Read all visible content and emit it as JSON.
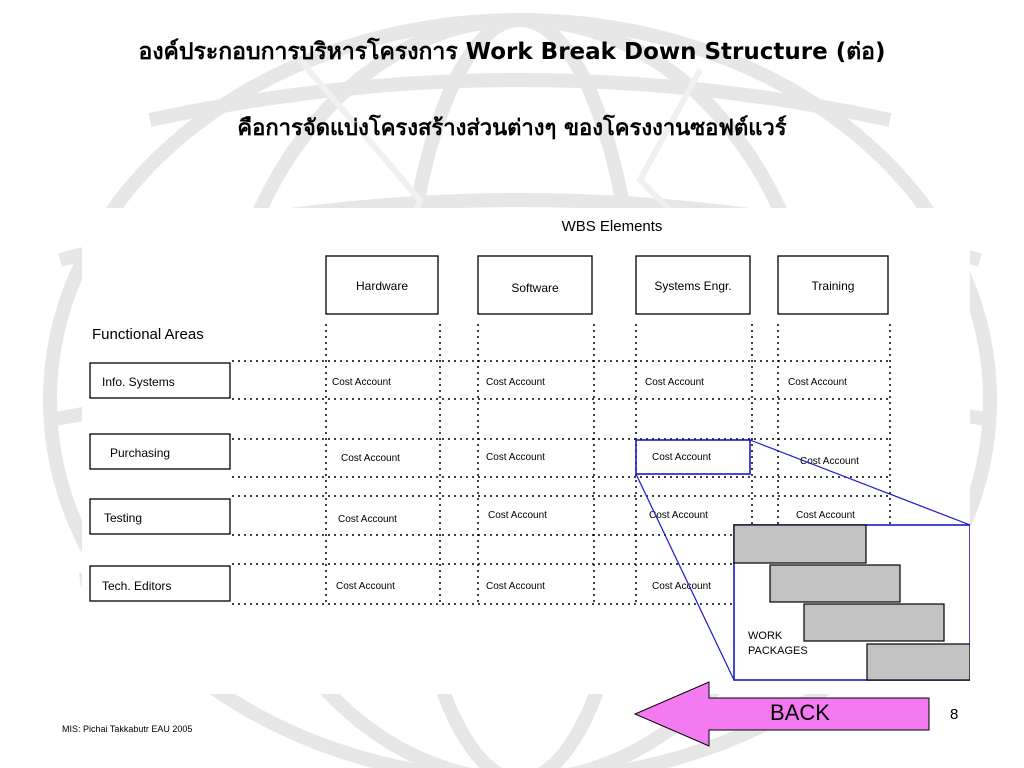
{
  "slide": {
    "title_line1": "องค์ประกอบการบริหารโครงการ  Work Break Down Structure (ต่อ)",
    "title_line2": "คือการจัดแบ่งโครงสร้างส่วนต่างๆ ของโครงงานซอฟต์แวร์",
    "footer": "MIS:  Pichai Takkabutr EAU 2005",
    "page_number": "8",
    "back_label": "BACK",
    "colors": {
      "back_fill": "#f37af0",
      "zoom_line": "#1a1acc",
      "package_fill": "#c2c2c2"
    }
  },
  "wbs": {
    "elements_header": "WBS Elements",
    "functional_header": "Functional Areas",
    "elements": [
      "Hardware",
      "Software",
      "Systems Engr.",
      "Training"
    ],
    "functional_areas": [
      "Info. Systems",
      "Purchasing",
      "Testing",
      "Tech. Editors"
    ],
    "cell_label": "Cost Account",
    "work_packages_label_1": "WORK",
    "work_packages_label_2": "PACKAGES",
    "work_package_count": 4
  }
}
